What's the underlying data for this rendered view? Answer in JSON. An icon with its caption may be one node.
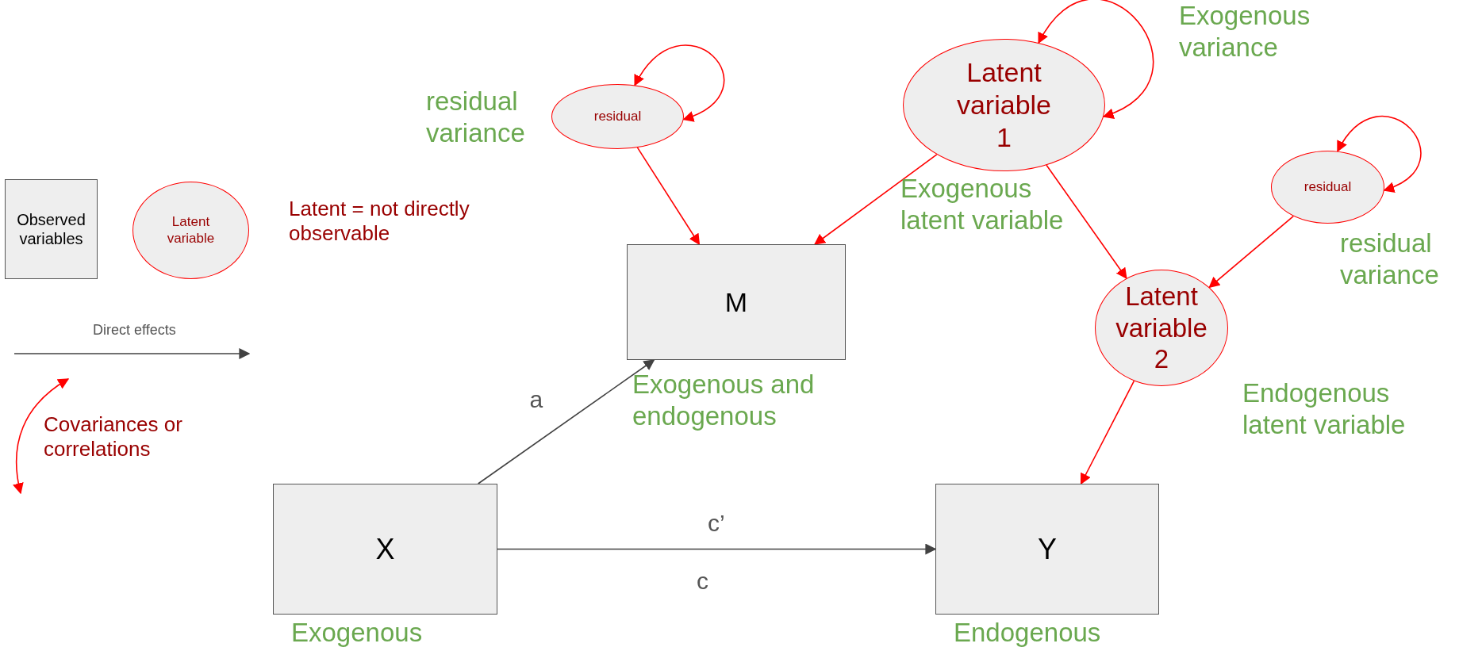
{
  "diagram": {
    "nodes": [
      {
        "text": [
          "Observed variables"
        ]
      },
      {
        "text": [
          "Latent variable"
        ]
      },
      {
        "text": [
          "residual"
        ],
        "beside": [
          "residual variance"
        ]
      },
      {
        "text": [
          "Latent variable 1"
        ],
        "beside": [
          "Exogenous variance",
          "Exogenous latent variable"
        ]
      },
      {
        "text": [
          "residual"
        ],
        "beside": [
          "residual variance"
        ]
      },
      {
        "text": [
          "M"
        ],
        "beside": [
          "Exogenous and endogenous"
        ]
      },
      {
        "text": [
          "Latent variable 2"
        ],
        "beside": [
          "Endogenous latent variable"
        ]
      },
      {
        "text": [
          "X"
        ],
        "beside": [
          "Exogenous"
        ]
      },
      {
        "text": [
          "Y"
        ],
        "beside": [
          "Endogenous"
        ]
      }
    ],
    "edges": [
      {
        "from": 2,
        "to": 2,
        "arrow": "both"
      },
      {
        "from": 3,
        "to": 3,
        "arrow": "both"
      },
      {
        "from": 4,
        "to": 4,
        "arrow": "both"
      },
      {
        "from": 2,
        "to": 5,
        "arrow": "to"
      },
      {
        "from": 3,
        "to": 5,
        "arrow": "to"
      },
      {
        "from": 3,
        "to": 6,
        "arrow": "to"
      },
      {
        "from": 4,
        "to": 6,
        "arrow": "to"
      },
      {
        "from": 6,
        "to": 8,
        "arrow": "to"
      },
      {
        "from": 7,
        "to": 5,
        "arrow": "to",
        "label": "a",
        "color": "#424242"
      },
      {
        "from": 7,
        "to": 8,
        "arrow": "to",
        "label": "c’",
        "color": "#424242"
      }
    ],
    "labels": [
      "Latent = not directly observable",
      "c"
    ],
    "legend": [
      {
        "text": "Direct effects"
      },
      {
        "text": "Covariances or correlations"
      }
    ]
  }
}
